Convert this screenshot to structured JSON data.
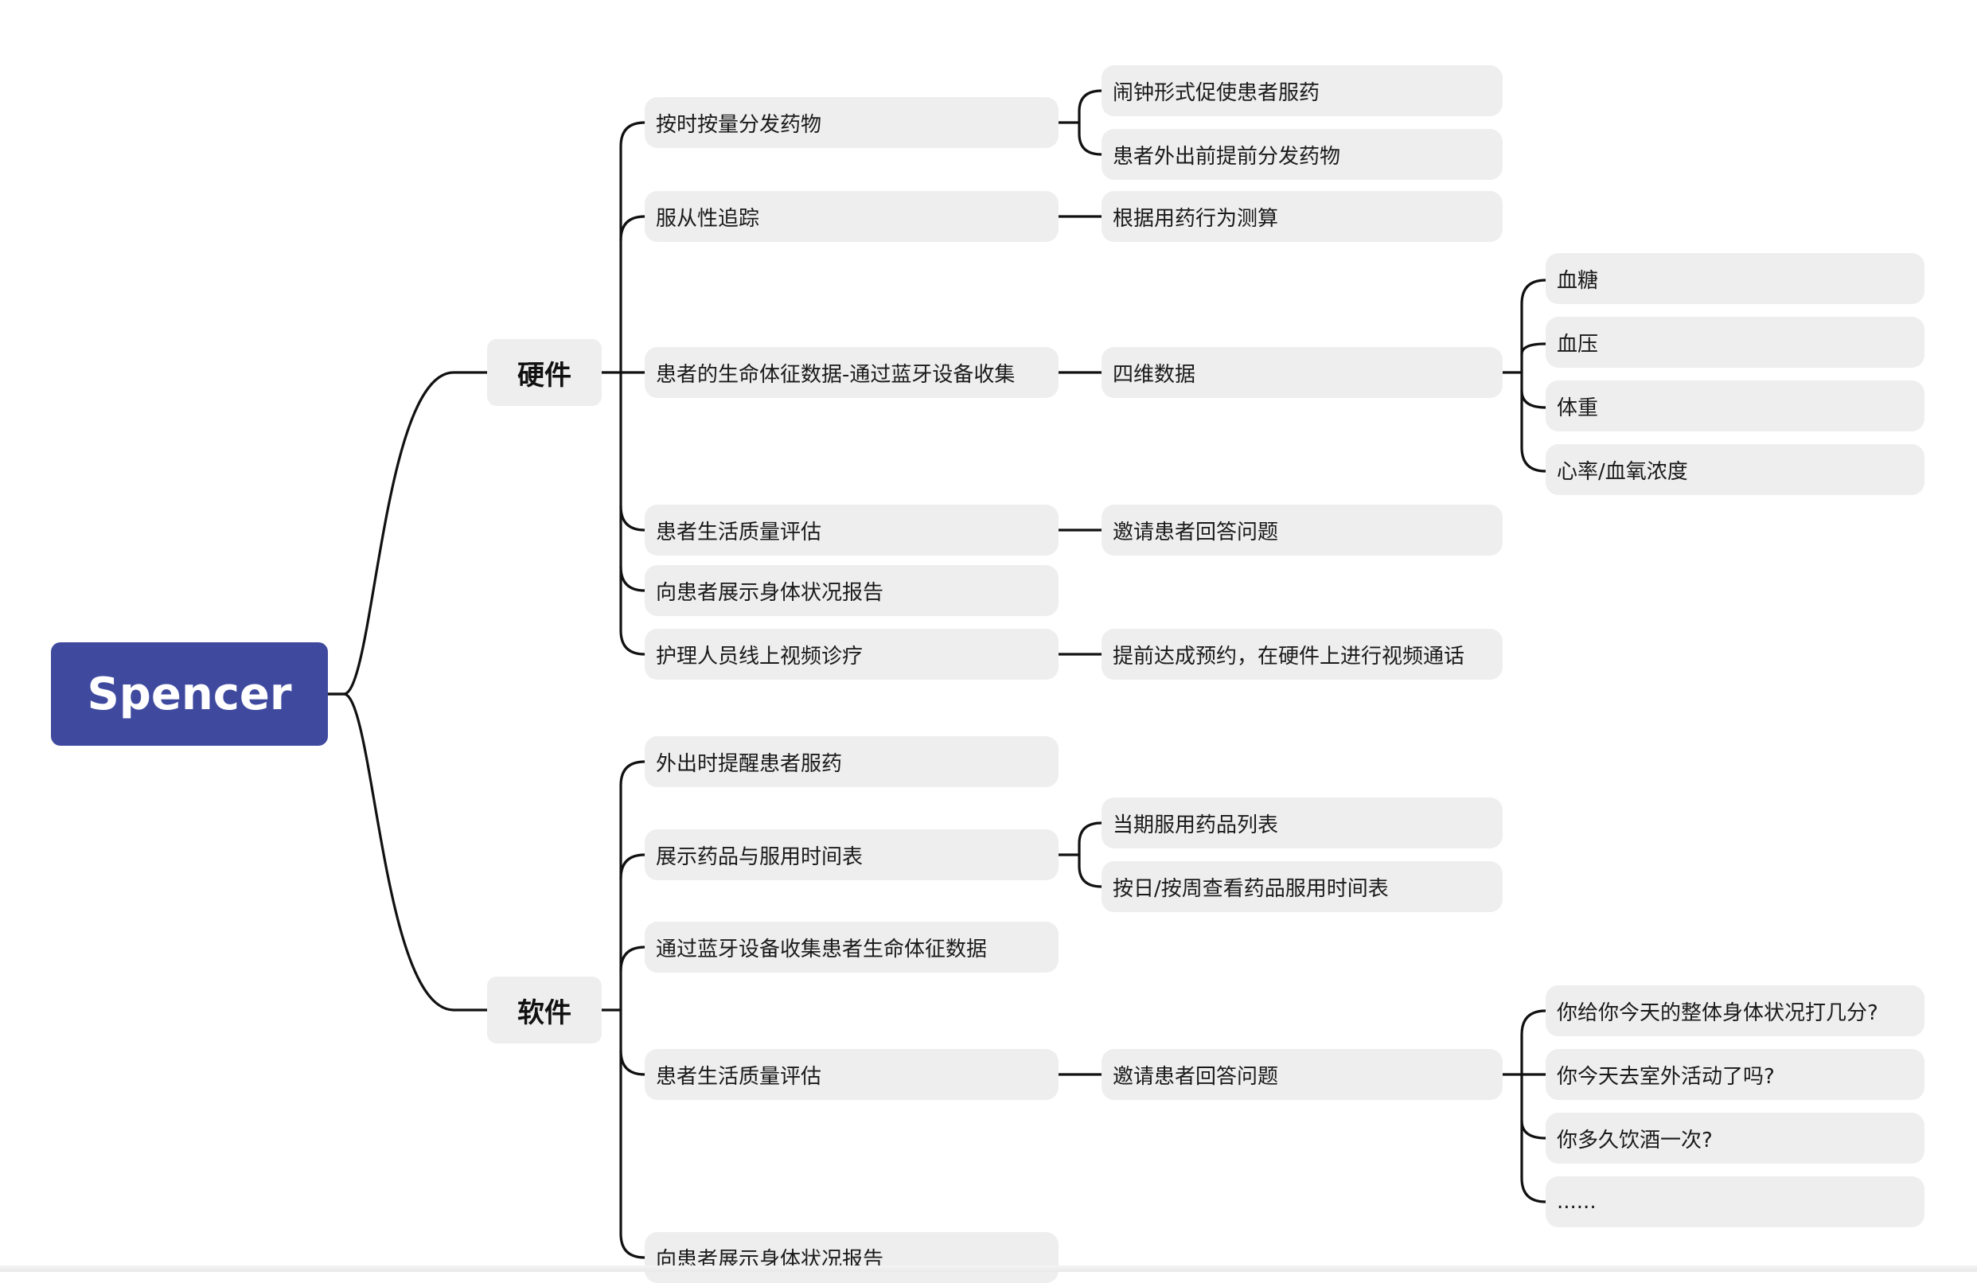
{
  "root": {
    "label": "Spencer"
  },
  "colors": {
    "root_bg": "#3f4a9f",
    "node_bg": "#eeeeee",
    "line": "#111111"
  },
  "hardware": {
    "label": "硬件",
    "items": [
      {
        "label": "按时按量分发药物",
        "children": [
          {
            "label": "闹钟形式促使患者服药"
          },
          {
            "label": "患者外出前提前分发药物"
          }
        ]
      },
      {
        "label": "服从性追踪",
        "children": [
          {
            "label": "根据用药行为测算"
          }
        ]
      },
      {
        "label": "患者的生命体征数据-通过蓝牙设备收集",
        "children": [
          {
            "label": "四维数据",
            "children": [
              {
                "label": "血糖"
              },
              {
                "label": "血压"
              },
              {
                "label": "体重"
              },
              {
                "label": "心率/血氧浓度"
              }
            ]
          }
        ]
      },
      {
        "label": "患者生活质量评估",
        "children": [
          {
            "label": "邀请患者回答问题"
          }
        ]
      },
      {
        "label": "向患者展示身体状况报告"
      },
      {
        "label": "护理人员线上视频诊疗",
        "children": [
          {
            "label": "提前达成预约，在硬件上进行视频通话"
          }
        ]
      }
    ]
  },
  "software": {
    "label": "软件",
    "items": [
      {
        "label": "外出时提醒患者服药"
      },
      {
        "label": "展示药品与服用时间表",
        "children": [
          {
            "label": "当期服用药品列表"
          },
          {
            "label": "按日/按周查看药品服用时间表"
          }
        ]
      },
      {
        "label": "通过蓝牙设备收集患者生命体征数据"
      },
      {
        "label": "患者生活质量评估",
        "children": [
          {
            "label": "邀请患者回答问题",
            "children": [
              {
                "label": "你给你今天的整体身体状况打几分?"
              },
              {
                "label": "你今天去室外活动了吗?"
              },
              {
                "label": "你多久饮酒一次?"
              },
              {
                "label": "......"
              }
            ]
          }
        ]
      },
      {
        "label": "向患者展示身体状况报告"
      }
    ]
  }
}
